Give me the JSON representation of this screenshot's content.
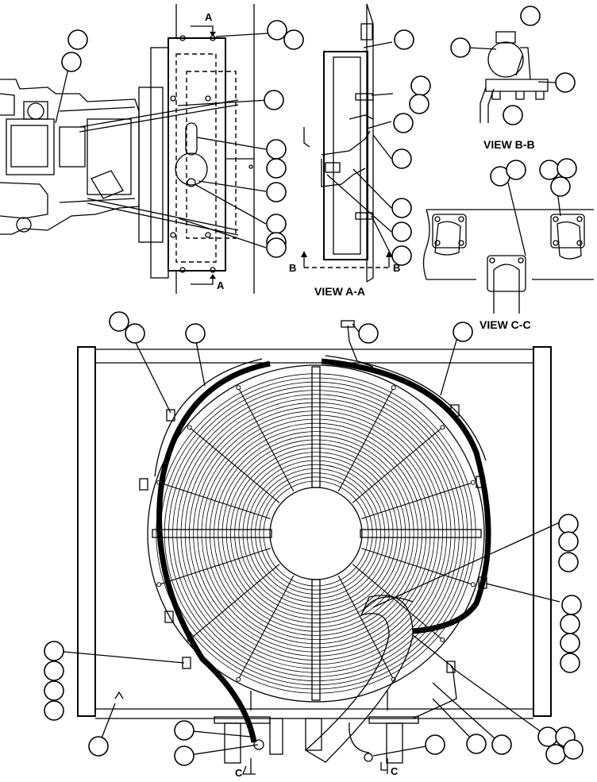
{
  "views": {
    "view_aa": "VIEW  A-A",
    "view_bb": "VIEW  B-B",
    "view_cc": "VIEW  C-C"
  },
  "section_marks": {
    "a_top": "A",
    "a_bottom": "A",
    "b_left": "B",
    "b_right": "B",
    "c_left": "C",
    "c_right": "C"
  },
  "centerline_labels": {
    "cl_left": "C",
    "cl_right": "C"
  },
  "callout_count": 58
}
